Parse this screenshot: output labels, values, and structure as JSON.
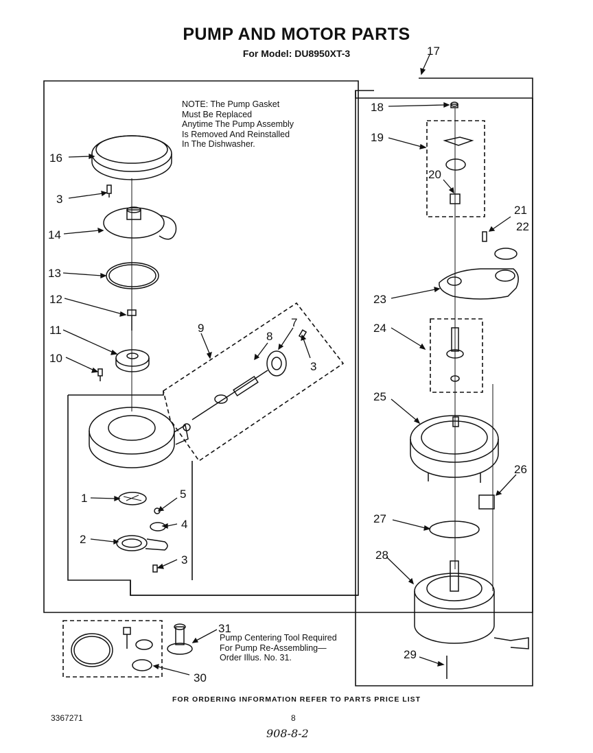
{
  "title": "PUMP AND MOTOR PARTS",
  "subtitle": "For Model: DU8950XT-3",
  "note": "NOTE: The Pump Gasket\nMust Be Replaced\nAnytime The Pump Assembly\nIs Removed And Reinstalled\nIn The Dishwasher.",
  "tool_note": "Pump Centering Tool Required\nFor Pump Re-Assembling—\nOrder Illus. No. 31.",
  "footer_notice": "FOR ORDERING INFORMATION REFER TO PARTS PRICE LIST",
  "doc_number": "3367271",
  "page_number": "8",
  "handwritten_mark": "908-8-2",
  "callouts": {
    "c17": "17",
    "c18": "18",
    "c19": "19",
    "c20": "20",
    "c21": "21",
    "c22": "22",
    "c23": "23",
    "c24": "24",
    "c25": "25",
    "c26": "26",
    "c27": "27",
    "c28": "28",
    "c29": "29",
    "c30": "30",
    "c31": "31",
    "c16": "16",
    "c3a": "3",
    "c14": "14",
    "c13": "13",
    "c12": "12",
    "c11": "11",
    "c10": "10",
    "c9": "9",
    "c8": "8",
    "c7": "7",
    "c3b": "3",
    "c1": "1",
    "c5": "5",
    "c4": "4",
    "c2": "2",
    "c3c": "3"
  }
}
